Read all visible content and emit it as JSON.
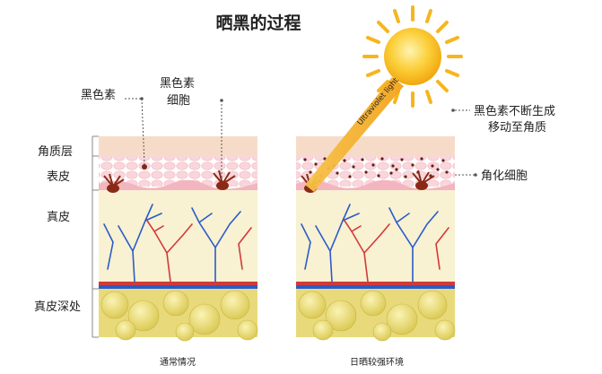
{
  "title": "晒黑的过程",
  "layer_labels": {
    "stratum_corneum": "角质层",
    "epidermis": "表皮",
    "dermis": "真皮",
    "deep_dermis": "真皮深处"
  },
  "callouts": {
    "melanin": "黑色素",
    "melanocyte_line1": "黑色素",
    "melanocyte_line2": "细胞",
    "melanin_moving_line1": "黑色素不断生成",
    "melanin_moving_line2": "移动至角质",
    "keratinocyte": "角化细胞"
  },
  "uv_label": "Ultraviolet light",
  "captions": {
    "normal": "通常情况",
    "strong_sun": "日晒较强环境"
  },
  "colors": {
    "corneum": "#f6dcc8",
    "epidermis": "#f7c9cf",
    "dermis": "#f8f1d2",
    "fat": "#e6d86c",
    "artery": "#d23a3a",
    "vein": "#2a5cc8",
    "sun": "#f7b51d",
    "melanin": "#7a2a1a"
  }
}
